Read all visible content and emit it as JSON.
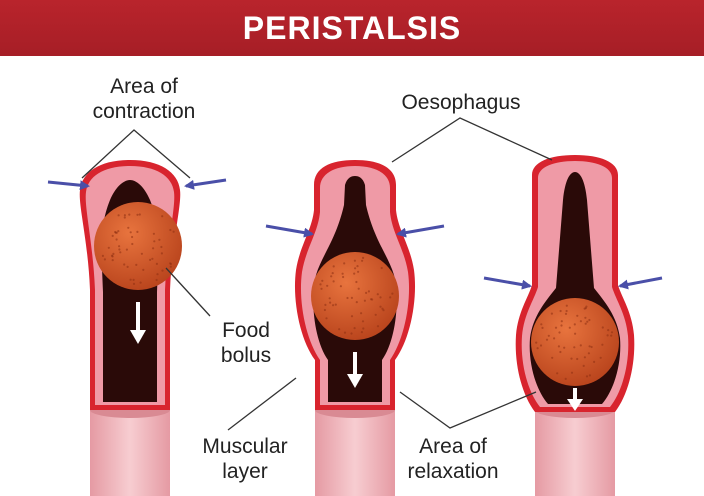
{
  "title": "PERISTALSIS",
  "labels": {
    "area_contraction": [
      "Area of",
      "contraction"
    ],
    "oesophagus": "Oesophagus",
    "food_bolus": [
      "Food",
      "bolus"
    ],
    "muscular_layer": [
      "Muscular",
      "layer"
    ],
    "area_relaxation": [
      "Area of",
      "relaxation"
    ]
  },
  "colors": {
    "banner": "#b01f28",
    "wall_outer": "#d8242e",
    "wall_inner": "#ef9aa6",
    "lumen": "#2a0a08",
    "bolus": "#d2582a",
    "muscle": "#f2b7bd",
    "arrow": "#4a4fa8"
  }
}
